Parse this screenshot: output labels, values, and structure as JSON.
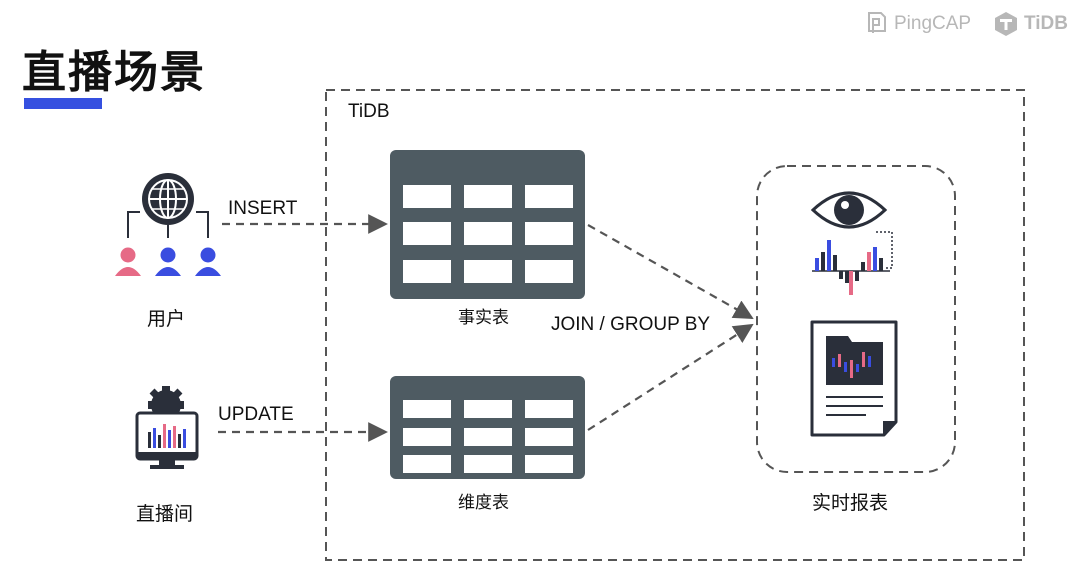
{
  "header": {
    "title": "直播场景",
    "brand_pingcap": "PingCAP",
    "brand_tidb": "TiDB"
  },
  "diagram": {
    "container_label": "TiDB",
    "users_label": "用户",
    "live_room_label": "直播间",
    "insert_label": "INSERT",
    "update_label": "UPDATE",
    "fact_table_label": "事实表",
    "dim_table_label": "维度表",
    "join_label": "JOIN / GROUP BY",
    "report_label": "实时报表"
  },
  "colors": {
    "accent": "#3550e0",
    "table_fill": "#4e5b62",
    "user_blue": "#3a4de0",
    "user_pink": "#e66a86",
    "dark_icon": "#2a2f3a",
    "dash": "#555555"
  }
}
